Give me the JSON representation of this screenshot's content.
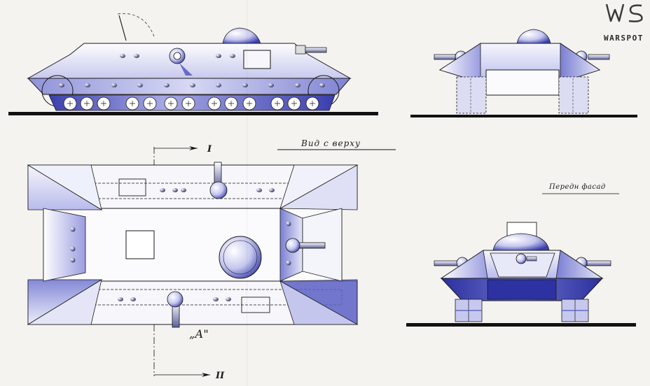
{
  "watermark": {
    "logo_letters": "WS",
    "brand": "WARSPOT"
  },
  "labels": {
    "top_view": "Вид с верху",
    "front_view": "Передн фасад",
    "section_mark": "„А\"",
    "section_i": "I",
    "section_ii": "II"
  },
  "colors": {
    "paper": "#f4f3f0",
    "ink": "#1a1a1a",
    "blue_shade": "#3a3fae",
    "light_blue": "#c9cbee"
  }
}
